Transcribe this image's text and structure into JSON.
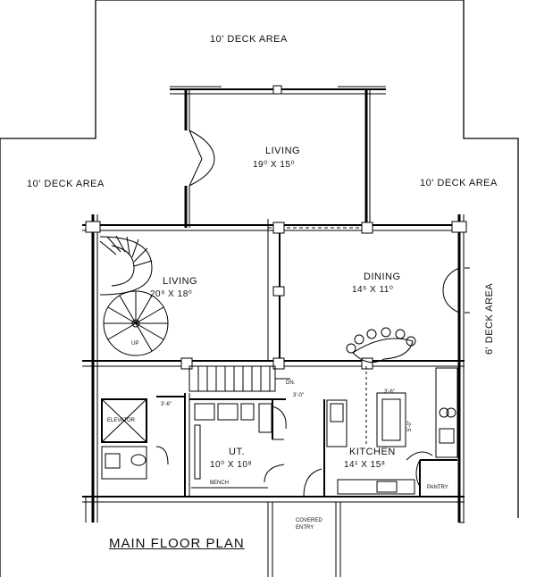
{
  "plan": {
    "title": "MAIN FLOOR PLAN",
    "deck_top": "10' DECK AREA",
    "deck_left": "10' DECK AREA",
    "deck_right": "10' DECK AREA",
    "deck_side": "6' DECK AREA",
    "rooms": {
      "living_upper_name": "LIVING",
      "living_upper_dim": "19⁰ X 15⁰",
      "living_lower_name": "LIVING",
      "living_lower_dim": "20⁹ X 18⁰",
      "dining_name": "DINING",
      "dining_dim": "14⁶ X 11⁰",
      "kitchen_name": "KITCHEN",
      "kitchen_dim": "14¹ X 15⁸",
      "utility_name": "UT.",
      "utility_dim": "10⁰ X 10⁸"
    },
    "small_labels": {
      "elevator": "ELEVATOR",
      "bench": "BENCH",
      "pantry": "PANTRY",
      "covered_entry_line1": "COVERED",
      "covered_entry_line2": "ENTRY",
      "stair_up": "UP",
      "stair_dn": "DN.",
      "dim_36a": "3'-6\"",
      "dim_36b": "3'-6\"",
      "dim_34": "3'-0\"",
      "dim_50": "5'-0\""
    }
  }
}
